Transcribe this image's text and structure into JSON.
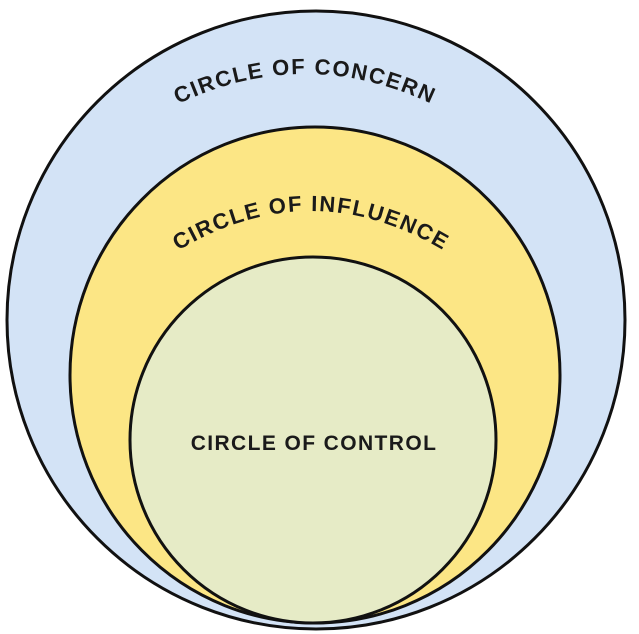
{
  "circles": {
    "concern": {
      "label": "CIRCLE OF CONCERN",
      "fill": "#d3e3f6"
    },
    "influence": {
      "label": "CIRCLE OF INFLUENCE",
      "fill": "#fce685"
    },
    "control": {
      "label": "CIRCLE OF CONTROL",
      "fill": "#e6ebc6"
    },
    "outline": "#111111"
  }
}
